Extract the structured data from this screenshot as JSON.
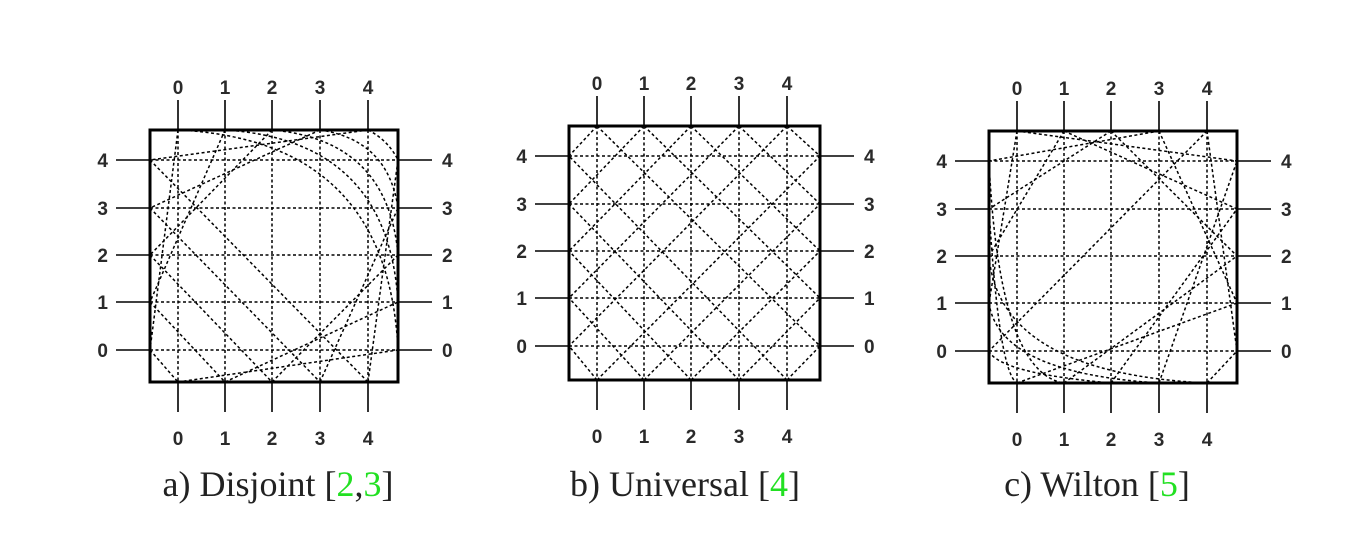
{
  "panels": [
    {
      "id": "disjoint",
      "caption": {
        "prefix": "a) Disjoint [",
        "refs": [
          "2",
          "3"
        ],
        "suffix": "]"
      },
      "pins": {
        "top": [
          "0",
          "1",
          "2",
          "3",
          "4"
        ],
        "bottom": [
          "0",
          "1",
          "2",
          "3",
          "4"
        ],
        "left": [
          "0",
          "1",
          "2",
          "3",
          "4"
        ],
        "right": [
          "0",
          "1",
          "2",
          "3",
          "4"
        ]
      }
    },
    {
      "id": "universal",
      "caption": {
        "prefix": "b) Universal [",
        "refs": [
          "4"
        ],
        "suffix": "]"
      },
      "pins": {
        "top": [
          "0",
          "1",
          "2",
          "3",
          "4"
        ],
        "bottom": [
          "0",
          "1",
          "2",
          "3",
          "4"
        ],
        "left": [
          "0",
          "1",
          "2",
          "3",
          "4"
        ],
        "right": [
          "0",
          "1",
          "2",
          "3",
          "4"
        ]
      }
    },
    {
      "id": "wilton",
      "caption": {
        "prefix": "c) Wilton [",
        "refs": [
          "5"
        ],
        "suffix": "]"
      },
      "pins": {
        "top": [
          "0",
          "1",
          "2",
          "3",
          "4"
        ],
        "bottom": [
          "0",
          "1",
          "2",
          "3",
          "4"
        ],
        "left": [
          "0",
          "1",
          "2",
          "3",
          "4"
        ],
        "right": [
          "0",
          "1",
          "2",
          "3",
          "4"
        ]
      }
    }
  ],
  "colors": {
    "line": "#000000",
    "label": "#2a2a2a",
    "reference": "#22e022"
  }
}
